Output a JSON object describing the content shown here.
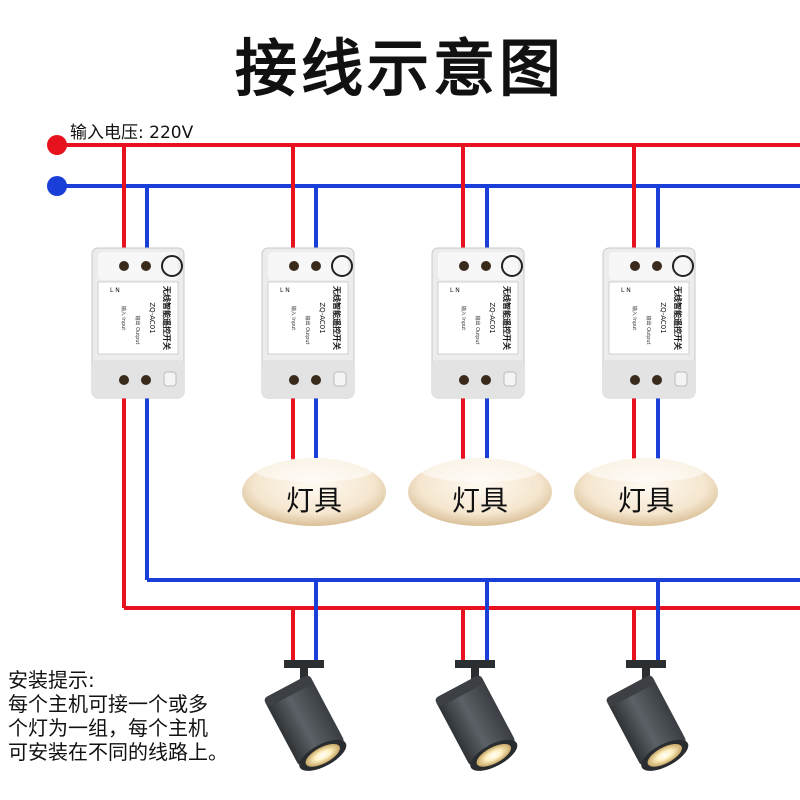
{
  "title": "接线示意图",
  "input_voltage_label": "输入电压: 220V",
  "colors": {
    "live": "#e8121f",
    "neutral": "#1a3fd9",
    "module_body": "#eeeeee",
    "lamp_disc": "#f6ead8",
    "spotlight_body": "#4d5256",
    "spotlight_light": "#fff3cc"
  },
  "switch_module": {
    "product_name": "无线智能遥控开关",
    "model": "ZQ-AC01",
    "input_label": "输入 Input",
    "output_label": "输出 Output",
    "terminals": [
      "L",
      "N"
    ],
    "count": 4
  },
  "lamps": [
    {
      "label": "灯具"
    },
    {
      "label": "灯具"
    },
    {
      "label": "灯具"
    }
  ],
  "spotlights": {
    "count": 3,
    "icon": "spotlight-icon"
  },
  "tips": {
    "heading": "安装提示:",
    "lines": [
      "每个主机可接一个或多",
      "个灯为一组，每个主机",
      "可安装在不同的线路上。"
    ]
  }
}
